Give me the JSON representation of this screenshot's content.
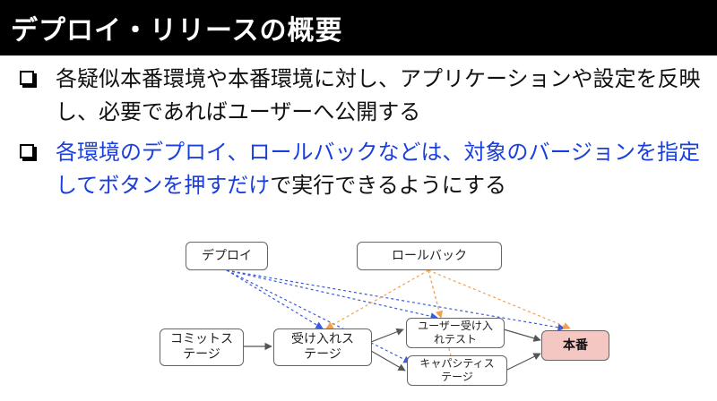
{
  "header": {
    "title": "デプロイ・リリースの概要"
  },
  "bullets": [
    {
      "text": "各疑似本番環境や本番環境に対し、アプリケーションや設定を反映し、必要であればユーザーへ公開する"
    },
    {
      "highlight": "各環境のデプロイ、ロールバックなどは、対象のバージョンを指定してボタンを押すだけ",
      "rest": "で実行できるようにする"
    }
  ],
  "diagram": {
    "deploy": "デプロイ",
    "rollback": "ロールバック",
    "commit_stage": "コミットス\nテージ",
    "acceptance_stage": "受け入れス\nテージ",
    "uat": "ユーザー受け入\nれテスト",
    "capacity": "キャパシティス\nテージ",
    "production": "本番"
  },
  "colors": {
    "title_bg": "#000000",
    "highlight": "#1a3fdc",
    "deploy_arrow": "#3b5bdb",
    "rollback_arrow": "#f0a050",
    "production_fill": "#f4c7c3"
  }
}
